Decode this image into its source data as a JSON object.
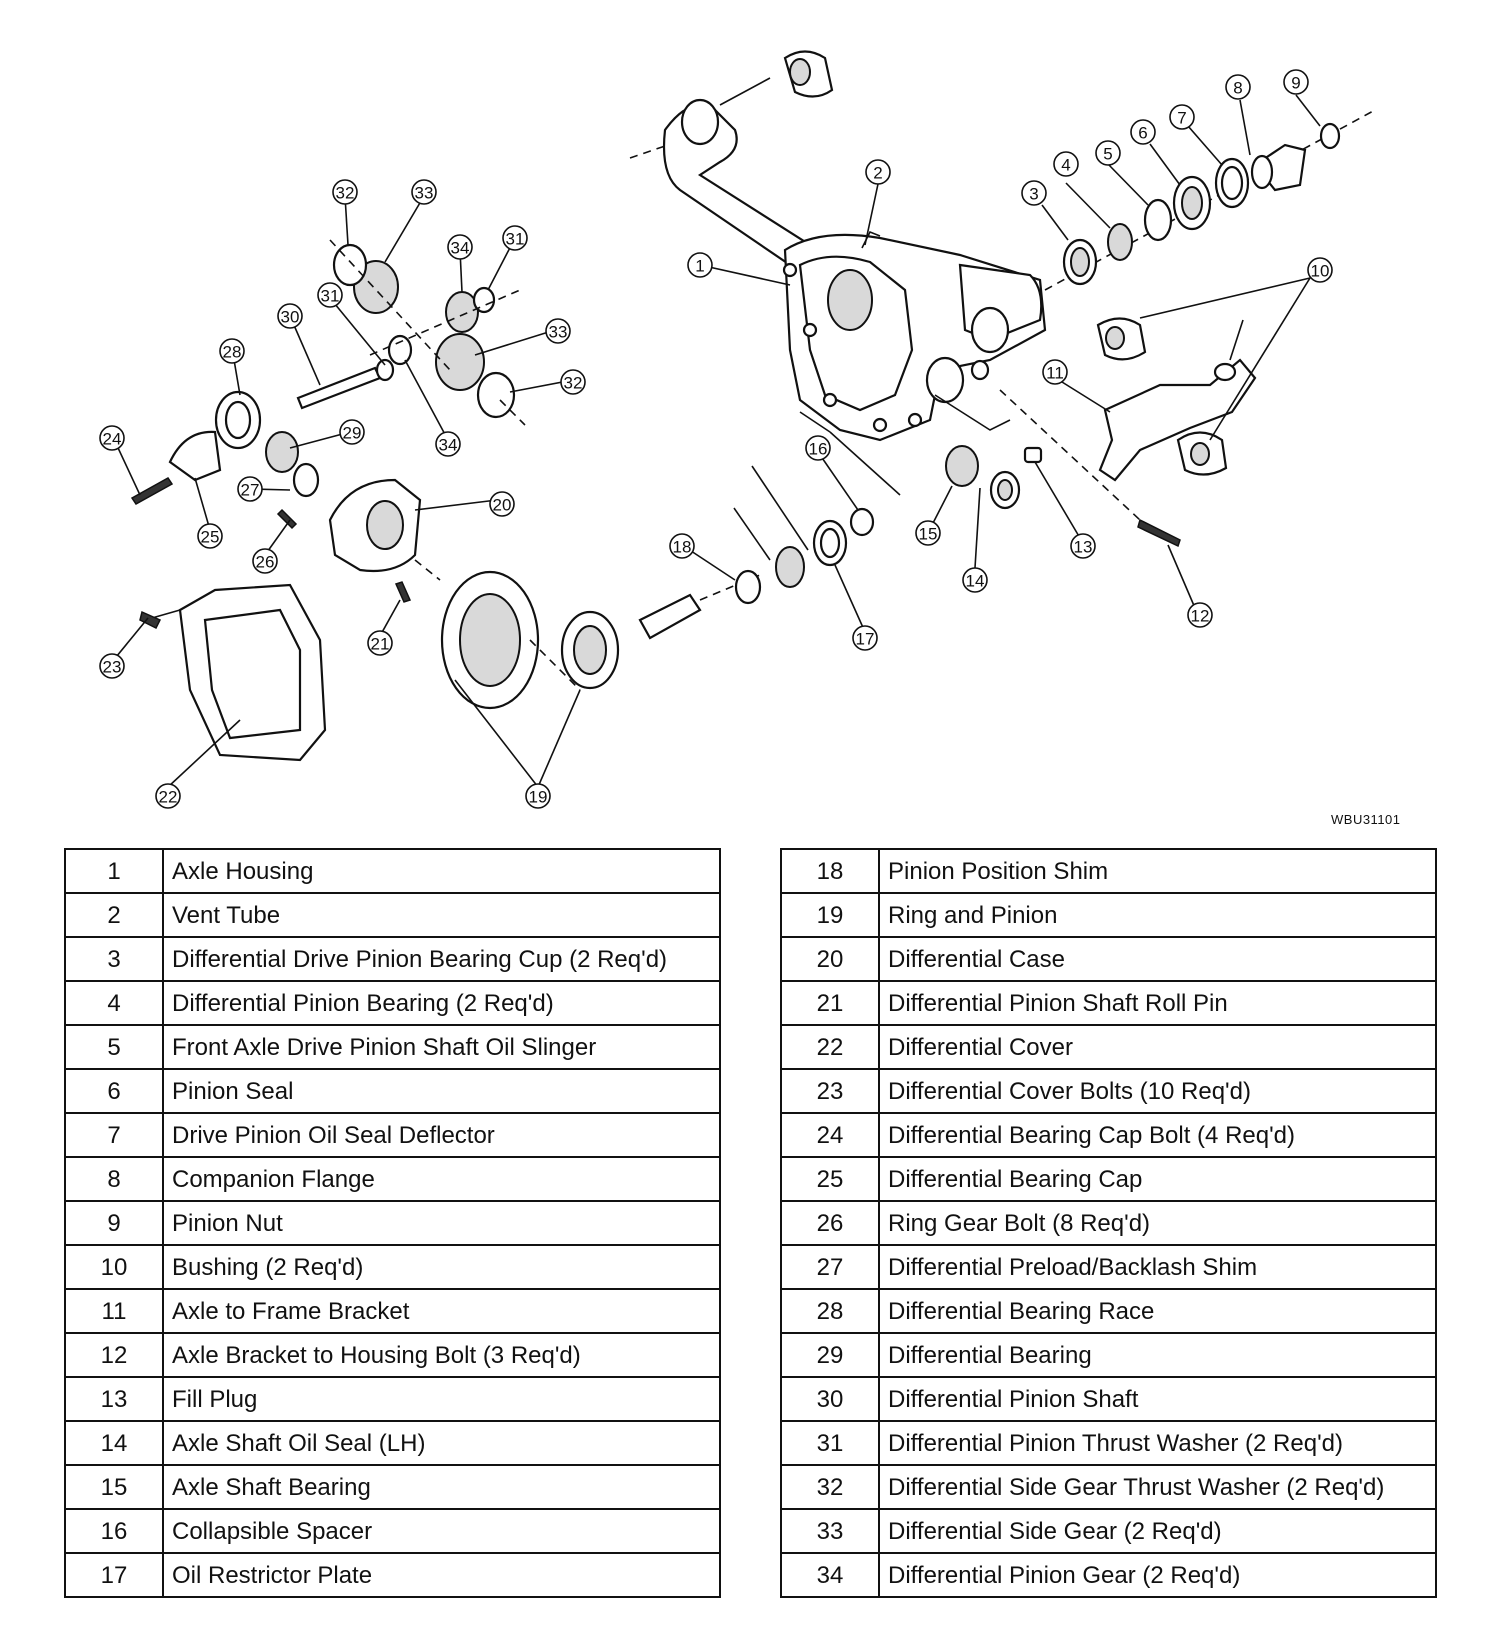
{
  "figure_id": "WBU31101",
  "callouts": [
    "1",
    "2",
    "3",
    "4",
    "5",
    "6",
    "7",
    "8",
    "9",
    "10",
    "11",
    "12",
    "13",
    "14",
    "15",
    "16",
    "17",
    "18",
    "19",
    "20",
    "21",
    "22",
    "23",
    "24",
    "25",
    "26",
    "27",
    "28",
    "29",
    "30",
    "31",
    "32",
    "33",
    "34"
  ],
  "legend_left": [
    {
      "num": "1",
      "desc": "Axle Housing"
    },
    {
      "num": "2",
      "desc": "Vent Tube"
    },
    {
      "num": "3",
      "desc": "Differential Drive Pinion Bearing Cup (2 Req'd)"
    },
    {
      "num": "4",
      "desc": "Differential Pinion Bearing (2 Req'd)"
    },
    {
      "num": "5",
      "desc": "Front Axle Drive Pinion Shaft Oil Slinger"
    },
    {
      "num": "6",
      "desc": "Pinion Seal"
    },
    {
      "num": "7",
      "desc": "Drive Pinion Oil Seal Deflector"
    },
    {
      "num": "8",
      "desc": "Companion Flange"
    },
    {
      "num": "9",
      "desc": "Pinion Nut"
    },
    {
      "num": "10",
      "desc": "Bushing (2 Req'd)"
    },
    {
      "num": "11",
      "desc": "Axle to Frame Bracket"
    },
    {
      "num": "12",
      "desc": "Axle Bracket to Housing Bolt (3 Req'd)"
    },
    {
      "num": "13",
      "desc": "Fill Plug"
    },
    {
      "num": "14",
      "desc": "Axle Shaft Oil Seal (LH)"
    },
    {
      "num": "15",
      "desc": "Axle Shaft Bearing"
    },
    {
      "num": "16",
      "desc": "Collapsible Spacer"
    },
    {
      "num": "17",
      "desc": "Oil Restrictor Plate"
    }
  ],
  "legend_right": [
    {
      "num": "18",
      "desc": "Pinion Position Shim"
    },
    {
      "num": "19",
      "desc": "Ring and Pinion"
    },
    {
      "num": "20",
      "desc": "Differential Case"
    },
    {
      "num": "21",
      "desc": "Differential Pinion Shaft Roll Pin"
    },
    {
      "num": "22",
      "desc": "Differential Cover"
    },
    {
      "num": "23",
      "desc": "Differential Cover Bolts (10 Req'd)"
    },
    {
      "num": "24",
      "desc": "Differential Bearing Cap Bolt (4 Req'd)"
    },
    {
      "num": "25",
      "desc": "Differential Bearing Cap"
    },
    {
      "num": "26",
      "desc": "Ring Gear Bolt (8 Req'd)"
    },
    {
      "num": "27",
      "desc": "Differential Preload/Backlash Shim"
    },
    {
      "num": "28",
      "desc": "Differential Bearing Race"
    },
    {
      "num": "29",
      "desc": "Differential Bearing"
    },
    {
      "num": "30",
      "desc": "Differential Pinion Shaft"
    },
    {
      "num": "31",
      "desc": "Differential Pinion Thrust Washer (2 Req'd)"
    },
    {
      "num": "32",
      "desc": "Differential Side Gear Thrust Washer (2 Req'd)"
    },
    {
      "num": "33",
      "desc": "Differential Side Gear (2 Req'd)"
    },
    {
      "num": "34",
      "desc": "Differential Pinion Gear (2 Req'd)"
    }
  ]
}
